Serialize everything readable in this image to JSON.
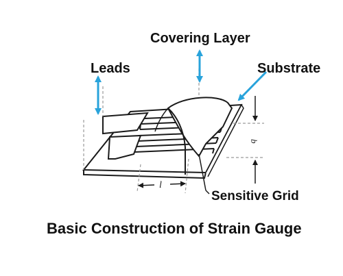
{
  "labels": {
    "covering_layer": "Covering Layer",
    "leads": "Leads",
    "substrate": "Substrate",
    "sensitive_grid": "Sensitive Grid"
  },
  "dimensions": {
    "length": "l",
    "width": "b"
  },
  "caption": "Basic Construction of Strain Gauge",
  "colors": {
    "arrow": "#29a3db",
    "line": "#1a1a1a",
    "grey": "#9a9a9a"
  }
}
